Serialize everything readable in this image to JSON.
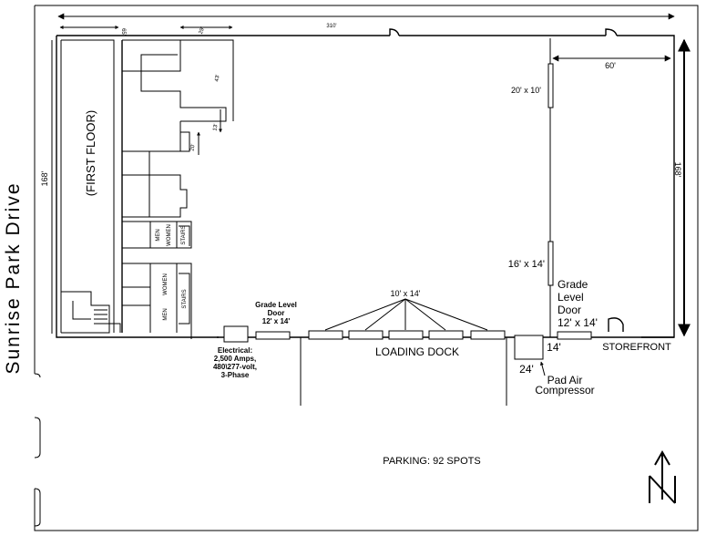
{
  "street_name": "Sunrise Park Drive",
  "first_floor_label": "(FIRST FLOOR)",
  "dimensions": {
    "total_width": "310'",
    "total_depth": "168'",
    "office_width": "65'",
    "office_segment": "29'",
    "office_depth_a": "43'",
    "office_depth_b": "13'",
    "office_depth_c": "20'",
    "storefront_width": "60'",
    "storefront_depth": "168'"
  },
  "rooms": {
    "men_1": "MEN",
    "women_1": "WOMEN",
    "stairs_1": "STAIRS",
    "women_2": "WOMEN",
    "men_2": "MEN",
    "stairs_2": "STAIRS"
  },
  "doors": {
    "grade_door_1": {
      "line1": "Grade Level",
      "line2": "Door",
      "line3": "12' x 14'"
    },
    "dock_doors_label": "10' x 14'",
    "loading_dock": "LOADING DOCK",
    "door_20x10": "20' x 10'",
    "door_16x14": "16' x 14'",
    "grade_door_2": {
      "line1": "Grade",
      "line2": "Level",
      "line3": "Door",
      "line4": "12' x 14'"
    }
  },
  "electrical": {
    "line1": "Electrical:",
    "line2": "2,500 Amps,",
    "line3": "480\\277-volt,",
    "line4": "3-Phase"
  },
  "compressor": {
    "size_24": "24'",
    "size_14": "14'",
    "line1": "Pad Air",
    "line2": "Compressor"
  },
  "storefront_label": "STOREFRONT",
  "parking_label": "PARKING:  92 SPOTS",
  "north_label": "N"
}
